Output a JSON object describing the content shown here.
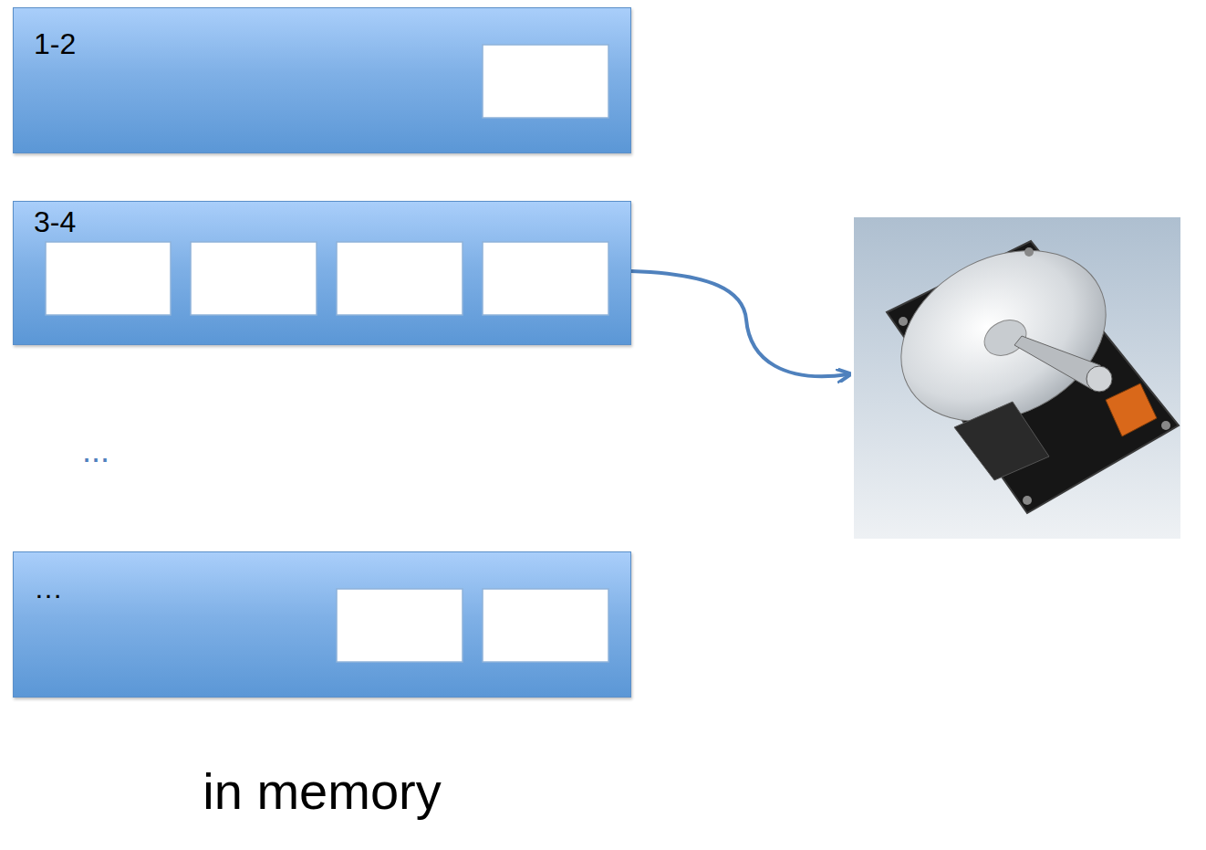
{
  "diagram": {
    "nodes": [
      {
        "text": [
          "1-2"
        ]
      },
      {
        "text": [
          "3-4"
        ]
      },
      {
        "text": [
          "…"
        ]
      }
    ],
    "labels": [
      "...",
      "in memory"
    ]
  }
}
